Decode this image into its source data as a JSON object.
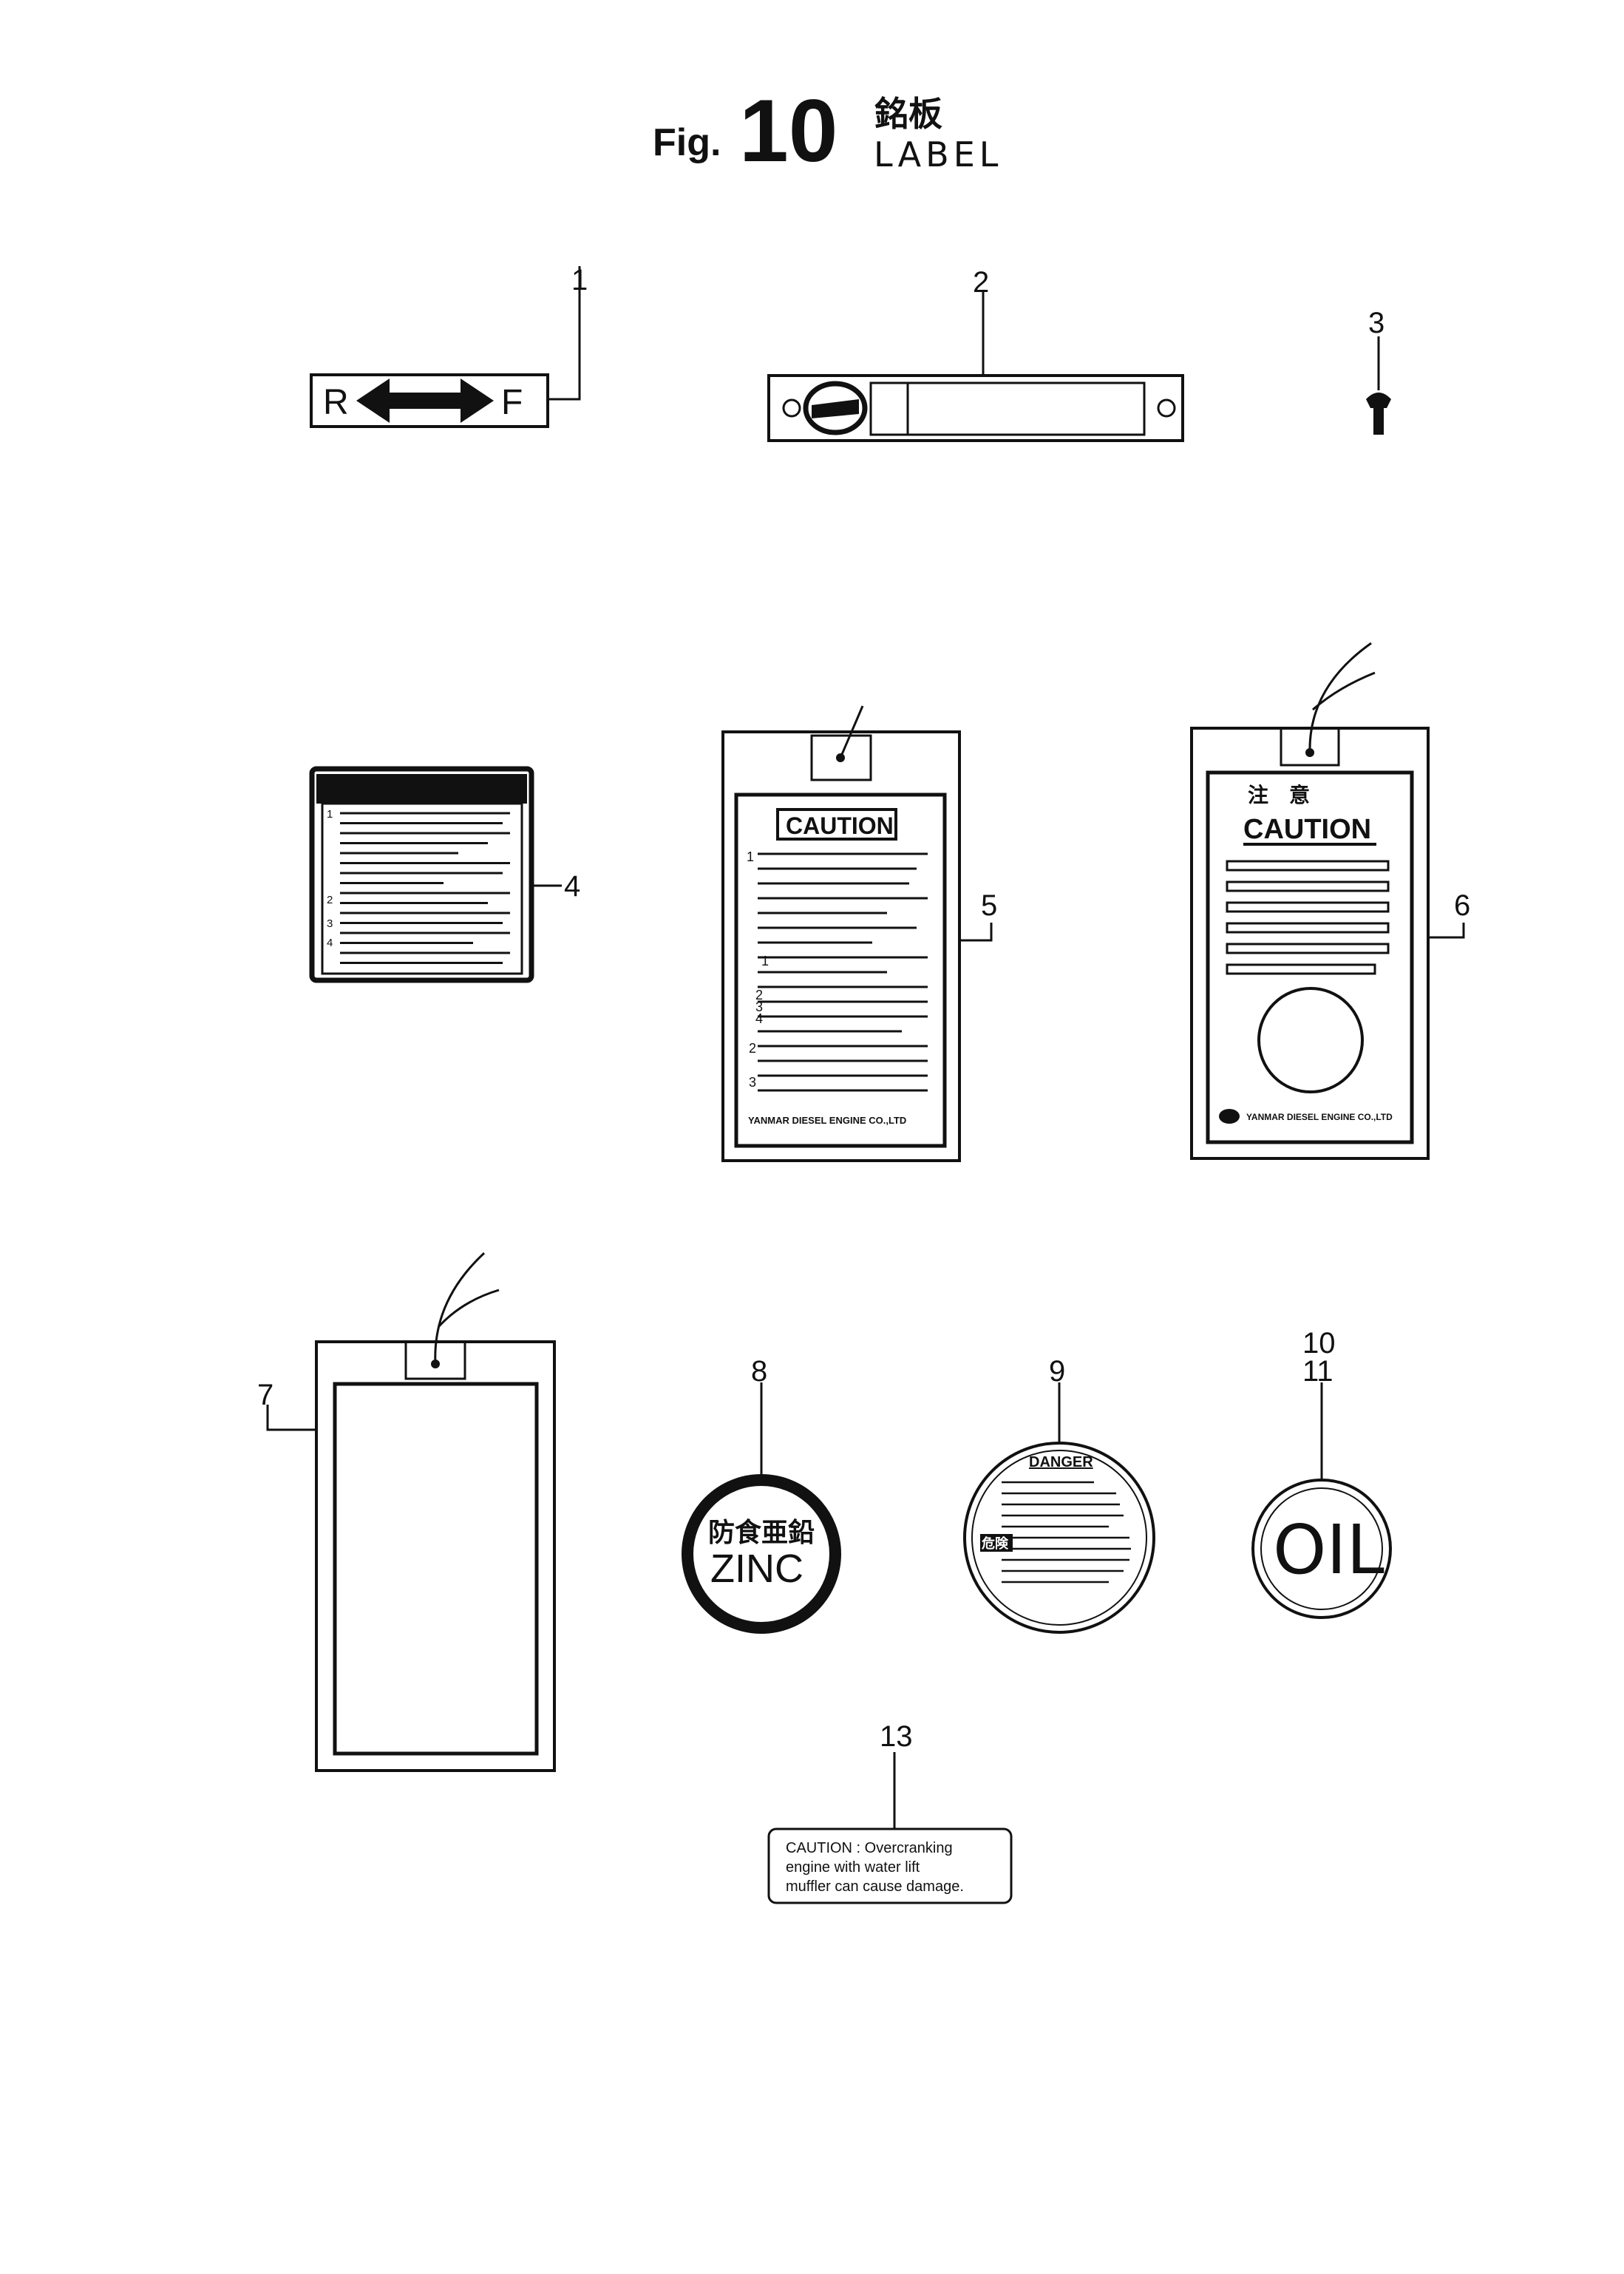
{
  "header": {
    "fig_prefix": "Fig.",
    "fig_number": "10",
    "title_jp": "銘板",
    "title_en": "LABEL"
  },
  "callouts": {
    "c1": "1",
    "c2": "2",
    "c3": "3",
    "c4": "4",
    "c5": "5",
    "c6": "6",
    "c7": "7",
    "c8": "8",
    "c9": "9",
    "c10": "10",
    "c11": "11",
    "c13": "13"
  },
  "part1": {
    "left": "R",
    "right": "F"
  },
  "part4": {
    "nums": [
      "1",
      "2",
      "3",
      "4"
    ]
  },
  "part5": {
    "heading": "CAUTION",
    "nums": [
      "1",
      "1",
      "2",
      "3",
      "4",
      "2",
      "3"
    ],
    "footer": "YANMAR DIESEL ENGINE CO.,LTD"
  },
  "part6": {
    "heading_jp": "注　意",
    "heading": "CAUTION",
    "footer": "YANMAR DIESEL ENGINE CO.,LTD"
  },
  "part8": {
    "jp": "防食亜鉛",
    "en": "ZINC"
  },
  "part9": {
    "heading": "DANGER",
    "jp": "危険"
  },
  "part10": {
    "text": "OIL"
  },
  "part13": {
    "lines": [
      "CAUTION :  Overcranking",
      "engine with water lift",
      "muffler can cause damage."
    ]
  }
}
